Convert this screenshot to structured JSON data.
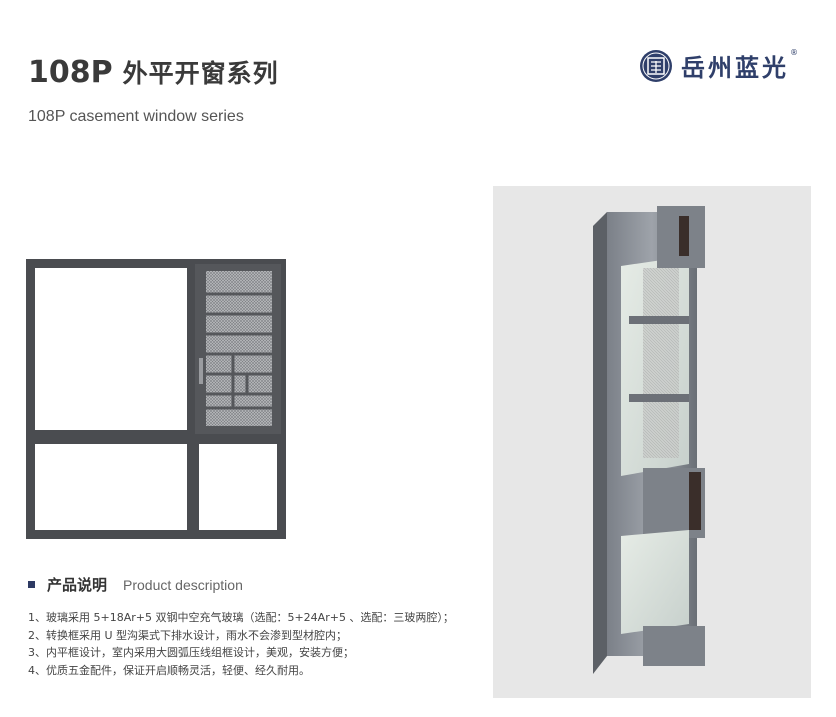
{
  "header": {
    "model": "108P",
    "title_cn": "外平开窗系列",
    "subtitle": "108P casement window series"
  },
  "brand": {
    "name": "岳州蓝光",
    "reg_mark": "®",
    "color": "#2f3f6a"
  },
  "section": {
    "title_cn": "产品说明",
    "title_en": "Product description"
  },
  "description": [
    "1、玻璃采用 5+18Ar+5 双钢中空充气玻璃（选配：5+24Ar+5 、选配：三玻两腔）；",
    "2、转换框采用 U 型沟渠式下排水设计，雨水不会渗到型材腔内；",
    "3、内平框设计，室内采用大圆弧压线组框设计，美观，安装方便；",
    "4、优质五金配件，保证开启顺畅灵活，轻便、经久耐用。"
  ],
  "colors": {
    "frame": "#4a4c50",
    "accent": "#2d3a63",
    "photo_bg": "#e7e7e7"
  }
}
